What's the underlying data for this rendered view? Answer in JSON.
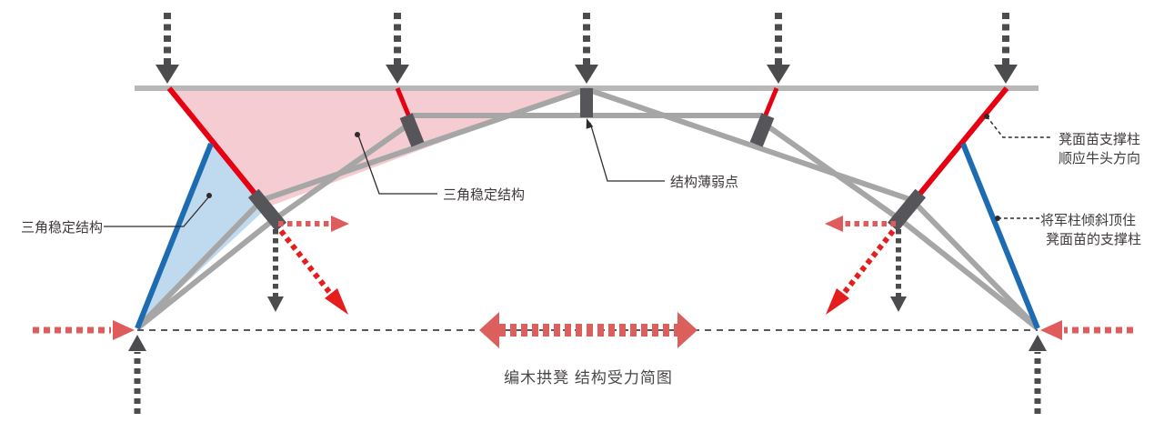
{
  "title": "编木拱凳 结构受力简图",
  "labels": {
    "left_triangle": "三角稳定结构",
    "mid_triangle": "三角稳定结构",
    "weak_point": "结构薄弱点",
    "seat_support_line1": "凳面苗支撑柱",
    "seat_support_line2": "顺应牛头方向",
    "king_post_line1": "将军柱倾斜顶住",
    "king_post_line2": "凳面苗的支撑柱"
  },
  "colors": {
    "structure_red": "#e60012",
    "structure_blue": "#1d6bb1",
    "structure_gray": "#a6a6a6",
    "seat_gray": "#b7b7b7",
    "joint_block_dark": "#55555a",
    "pink_fill": "#f4ccd2",
    "blue_fill": "#bfd9ee",
    "load_arrow_dark": "#4c4c4e",
    "thrust_soft_red": "#e05c5c",
    "force_vivid_red": "#e61d1d",
    "label_text": "#3e3a39"
  }
}
